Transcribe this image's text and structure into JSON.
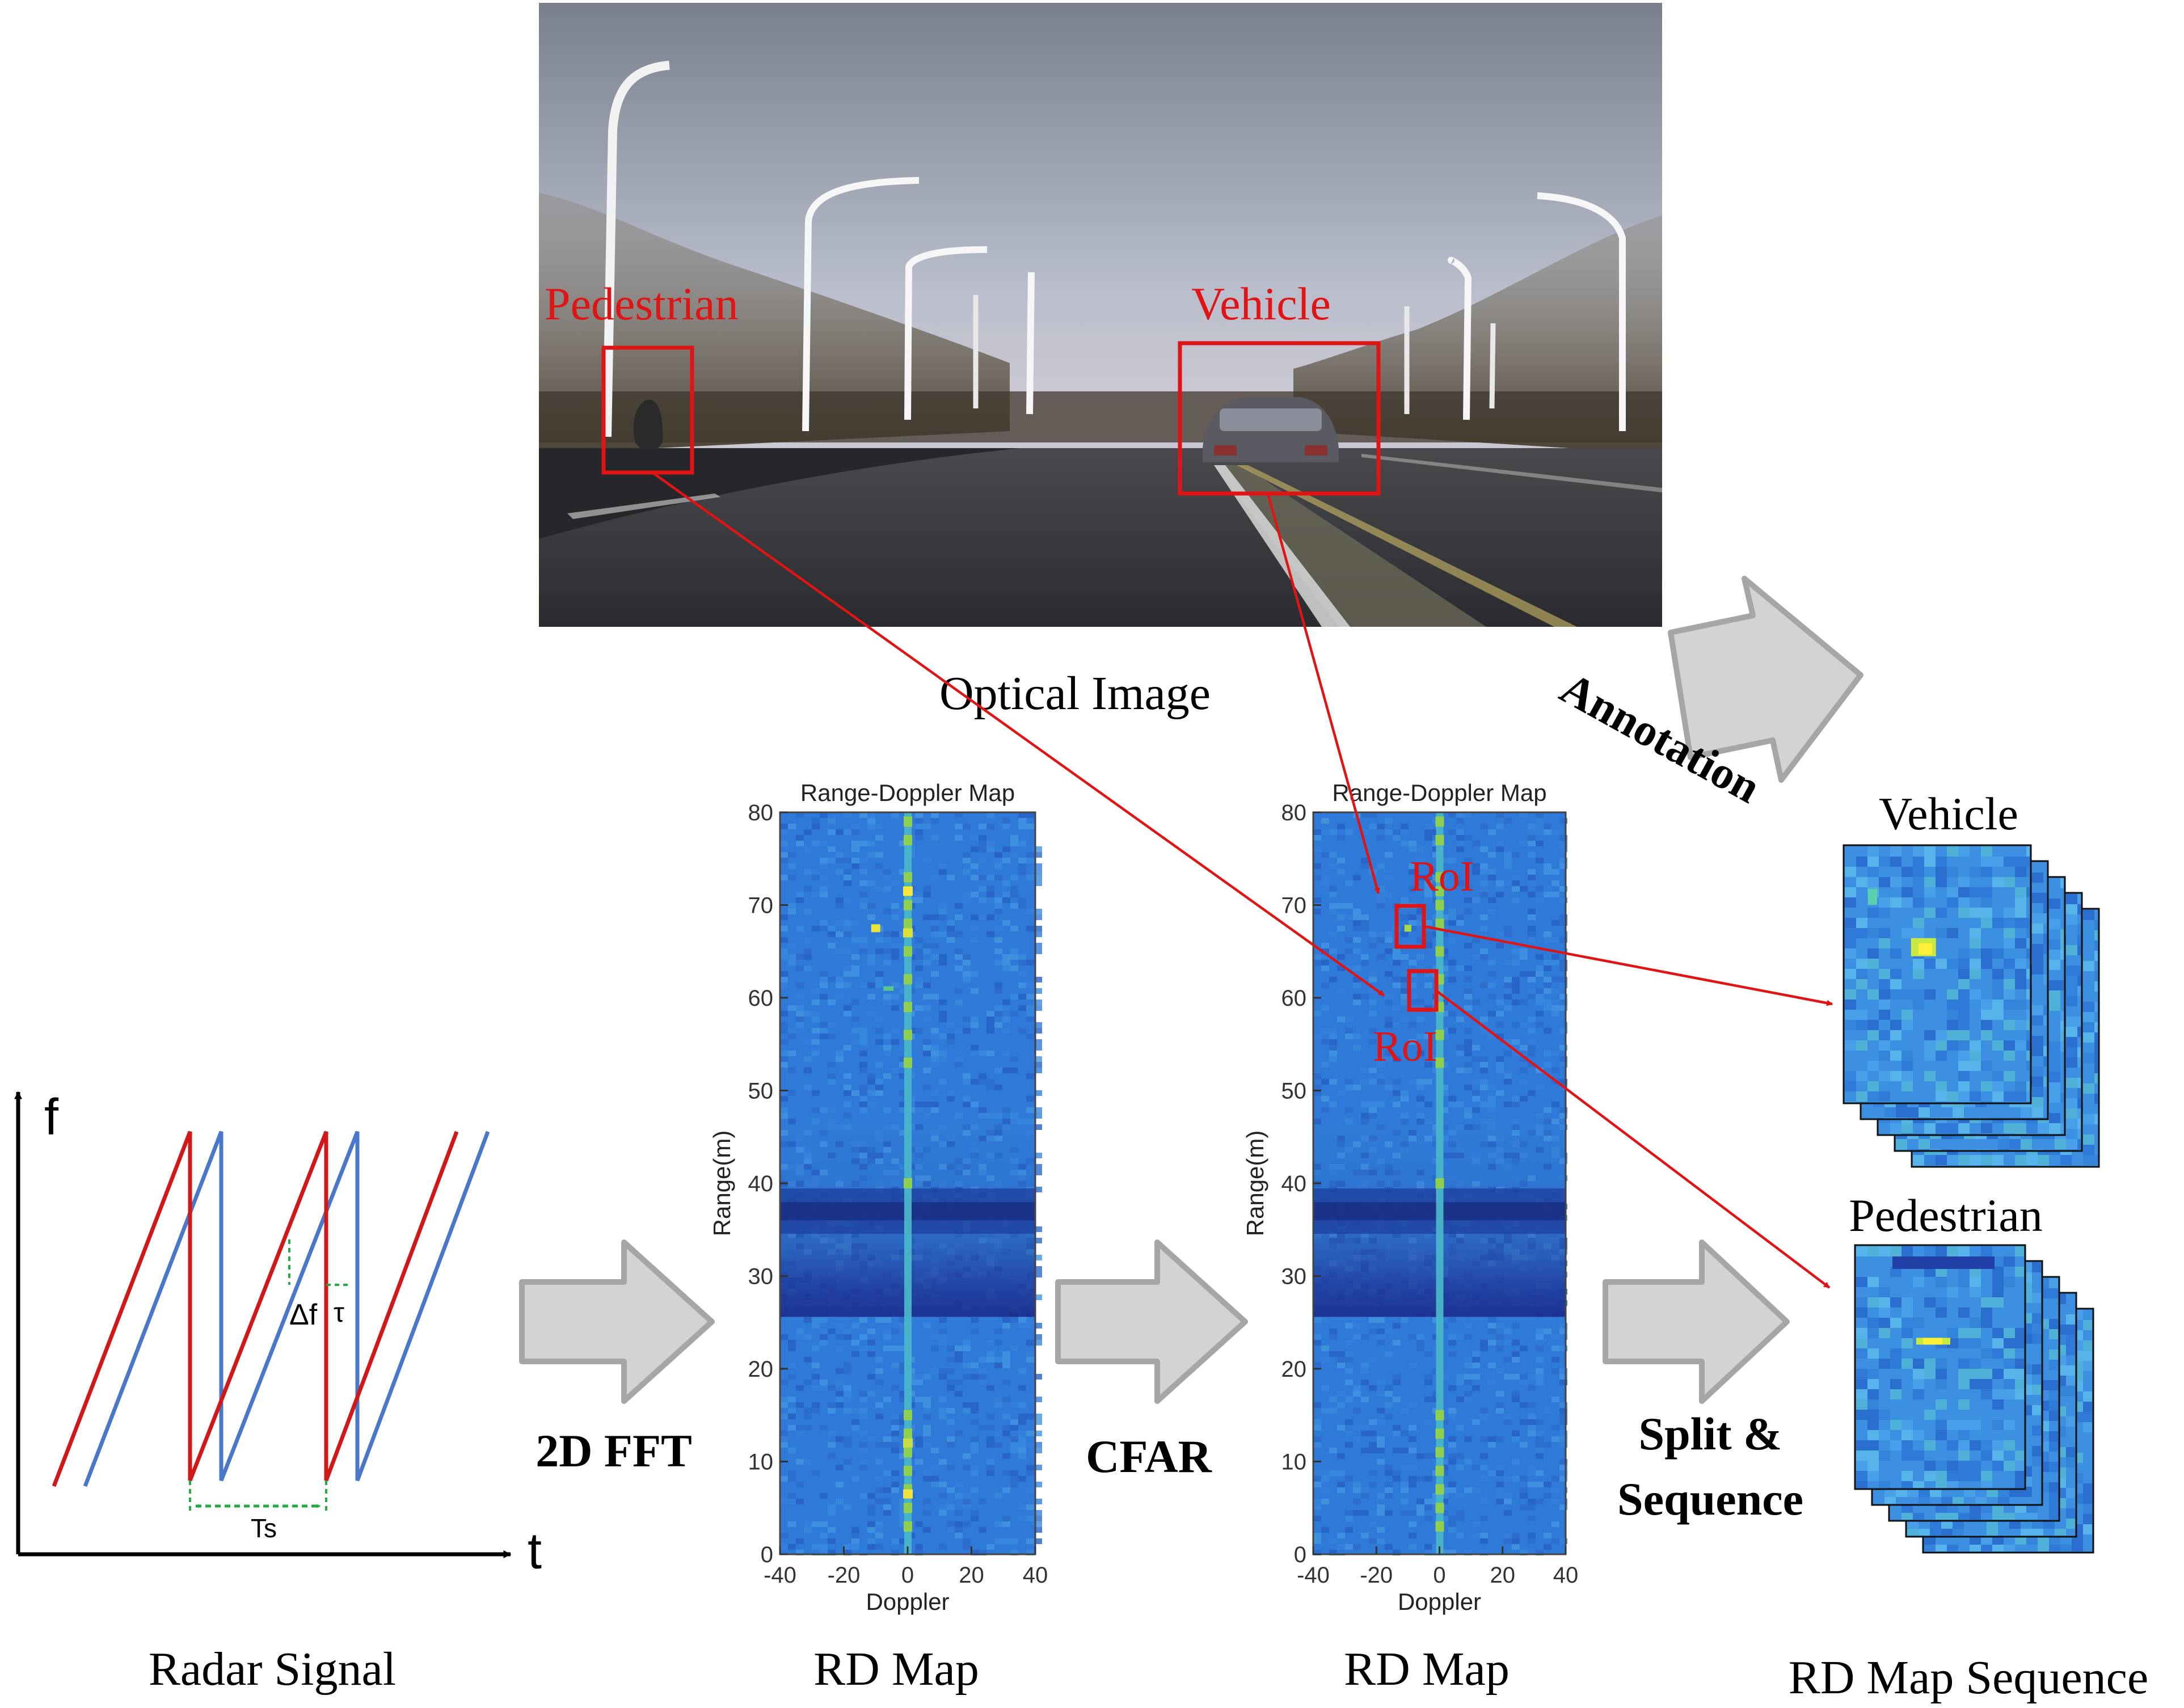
{
  "colors": {
    "red": "#e01414",
    "blue": "#4a78c8",
    "arrow_fill": "#d3d3d3",
    "arrow_stroke": "#a6a6a6",
    "rd_bg": "#2f7ad8",
    "rd_dark": "#1e3f9c",
    "rd_stripe": "#8fd14f",
    "rd_hot": "#fff03a"
  },
  "labels": {
    "optical_image": "Optical Image",
    "radar_signal": "Radar Signal",
    "rd_map": "RD Map",
    "rd_map_sequence": "RD Map Sequence"
  },
  "steps": {
    "fft": "2D FFT",
    "cfar": "CFAR",
    "split_line1": "Split &",
    "split_line2": "Sequence",
    "annotation": "Annotation"
  },
  "optical": {
    "pedestrian_label": "Pedestrian",
    "vehicle_label": "Vehicle"
  },
  "signal": {
    "f_axis": "f",
    "t_axis": "t",
    "delta_f": "Δf",
    "tau": "τ",
    "ts": "Ts"
  },
  "rd_plot": {
    "title": "Range-Doppler Map",
    "xlabel": "Doppler",
    "ylabel": "Range(m)",
    "xticks": [
      "-40",
      "-20",
      "0",
      "20",
      "40"
    ],
    "yticks": [
      "0",
      "10",
      "20",
      "30",
      "40",
      "50",
      "60",
      "70",
      "80"
    ],
    "roi_label": "RoI"
  },
  "sequence": {
    "vehicle_label": "Vehicle",
    "pedestrian_label": "Pedestrian"
  }
}
